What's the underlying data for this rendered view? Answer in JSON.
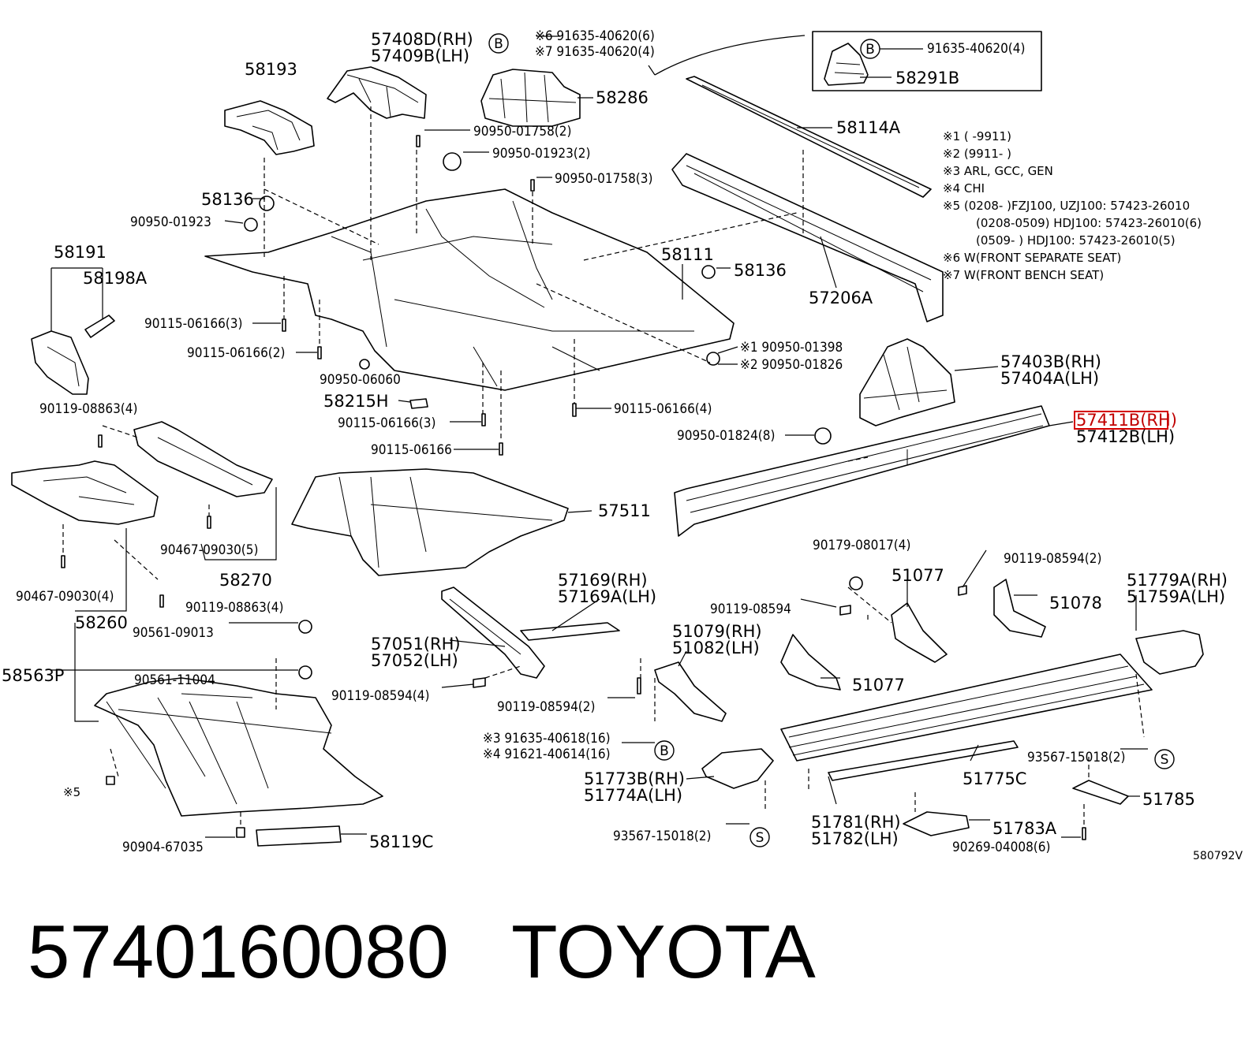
{
  "labels": {
    "p57408": "57408D(RH)",
    "p57409": "57409B(LH)",
    "p58193": "58193",
    "b1_line1": "※6 91635-40620(6)",
    "b1_line2": "※7 91635-40620(4)",
    "p58286": "58286",
    "box_bolt": "91635-40620(4)",
    "box_part": "58291B",
    "p58114": "58114A",
    "p90950_01758_2": "90950-01758(2)",
    "p90950_01923_2": "90950-01923(2)",
    "p90950_01758_3": "90950-01758(3)",
    "p58136_a": "58136",
    "p90950_01923": "90950-01923",
    "p58111": "58111",
    "p58136_b": "58136",
    "p57206": "57206A",
    "p58191": "58191",
    "p58198": "58198A",
    "p90115_3a": "90115-06166(3)",
    "p90115_2": "90115-06166(2)",
    "p90950_06060": "90950-06060",
    "p90950_01398": "※1 90950-01398",
    "p90950_01826": "※2 90950-01826",
    "p57403": "57403B(RH)",
    "p57404": "57404A(LH)",
    "p58215": "58215H",
    "p90115_4": "90115-06166(4)",
    "p90119_08863_4a": "90119-08863(4)",
    "p90115_3b": "90115-06166(3)",
    "p57411": "57411B(RH)",
    "p57412": "57412B(LH)",
    "p90950_01824": "90950-01824(8)",
    "p90115_single": "90115-06166",
    "p57511": "57511",
    "p90467_5": "90467-09030(5)",
    "p58270": "58270",
    "p90467_4": "90467-09030(4)",
    "p90119_08863_4b": "90119-08863(4)",
    "p58260": "58260",
    "p90179": "90179-08017(4)",
    "p51077_a": "51077",
    "p90119_08594_2a": "90119-08594(2)",
    "p51078": "51078",
    "p57169": "57169(RH)",
    "p57169a": "57169A(LH)",
    "p51779": "51779A(RH)",
    "p51759": "51759A(LH)",
    "p90119_08594": "90119-08594",
    "p90561_09013": "90561-09013",
    "p57051": "57051(RH)",
    "p57052": "57052(LH)",
    "p51079": "51079(RH)",
    "p51082": "51082(LH)",
    "p58563": "58563P",
    "p90561_11004": "90561-11004",
    "p51077_b": "51077",
    "p90119_08594_4": "90119-08594(4)",
    "p90119_08594_2b": "90119-08594(2)",
    "p91635_40618": "※3 91635-40618(16)",
    "p91621_40614": "※4 91621-40614(16)",
    "p93567_2a": "93567-15018(2)",
    "p51775": "51775C",
    "p51773": "51773B(RH)",
    "p51774": "51774A(LH)",
    "p51785": "51785",
    "note5": "※5",
    "p51781": "51781(RH)",
    "p51782": "51782(LH)",
    "p51783": "51783A",
    "p93567_2b": "93567-15018(2)",
    "p90269": "90269-04008(6)",
    "p90904": "90904-67035",
    "p58119": "58119C",
    "ref_code": "580792V"
  },
  "circle_markers": {
    "b": "B",
    "s": "S"
  },
  "notes": [
    "※1 (      -9911)",
    "※2 (9911-      )",
    "※3 ARL, GCC, GEN",
    "※4 CHI",
    "※5 (0208-      )FZJ100, UZJ100: 57423-26010",
    "(0208-0509) HDJ100: 57423-26010(6)",
    "(0509-      ) HDJ100: 57423-26010(5)",
    "※6 W(FRONT SEPARATE SEAT)",
    "※7 W(FRONT BENCH SEAT)"
  ],
  "footer": {
    "part_number": "5740160080",
    "brand": "TOYOTA"
  },
  "colors": {
    "line": "#000000",
    "highlight": "#d40000",
    "background": "#ffffff"
  }
}
